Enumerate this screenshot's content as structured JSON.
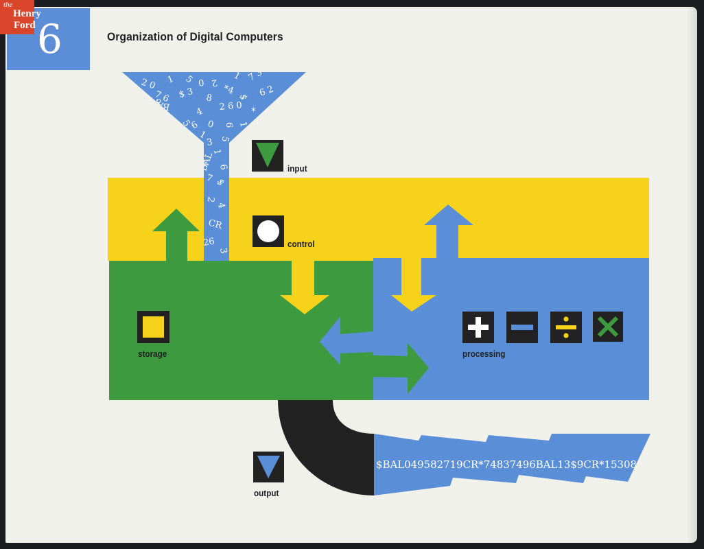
{
  "logo": {
    "line1": "the",
    "line2": "Henry",
    "line3": "Ford"
  },
  "chapter_number": "6",
  "title": "Organization of Digital Computers",
  "labels": {
    "input": "input",
    "control": "control",
    "storage": "storage",
    "processing": "processing",
    "output": "output"
  },
  "output_tape_text": "$BAL049582719CR*74837496BAL13$9CR*15308",
  "colors": {
    "yellow": "#f6d21a",
    "green": "#3e9a3f",
    "blue": "#5a8fd8",
    "black": "#222222",
    "page": "#f1f1ec"
  },
  "icons": [
    "input-triangle-icon",
    "control-circle-icon",
    "storage-square-icon",
    "plus-icon",
    "minus-icon",
    "divide-icon",
    "multiply-icon",
    "output-triangle-icon"
  ]
}
